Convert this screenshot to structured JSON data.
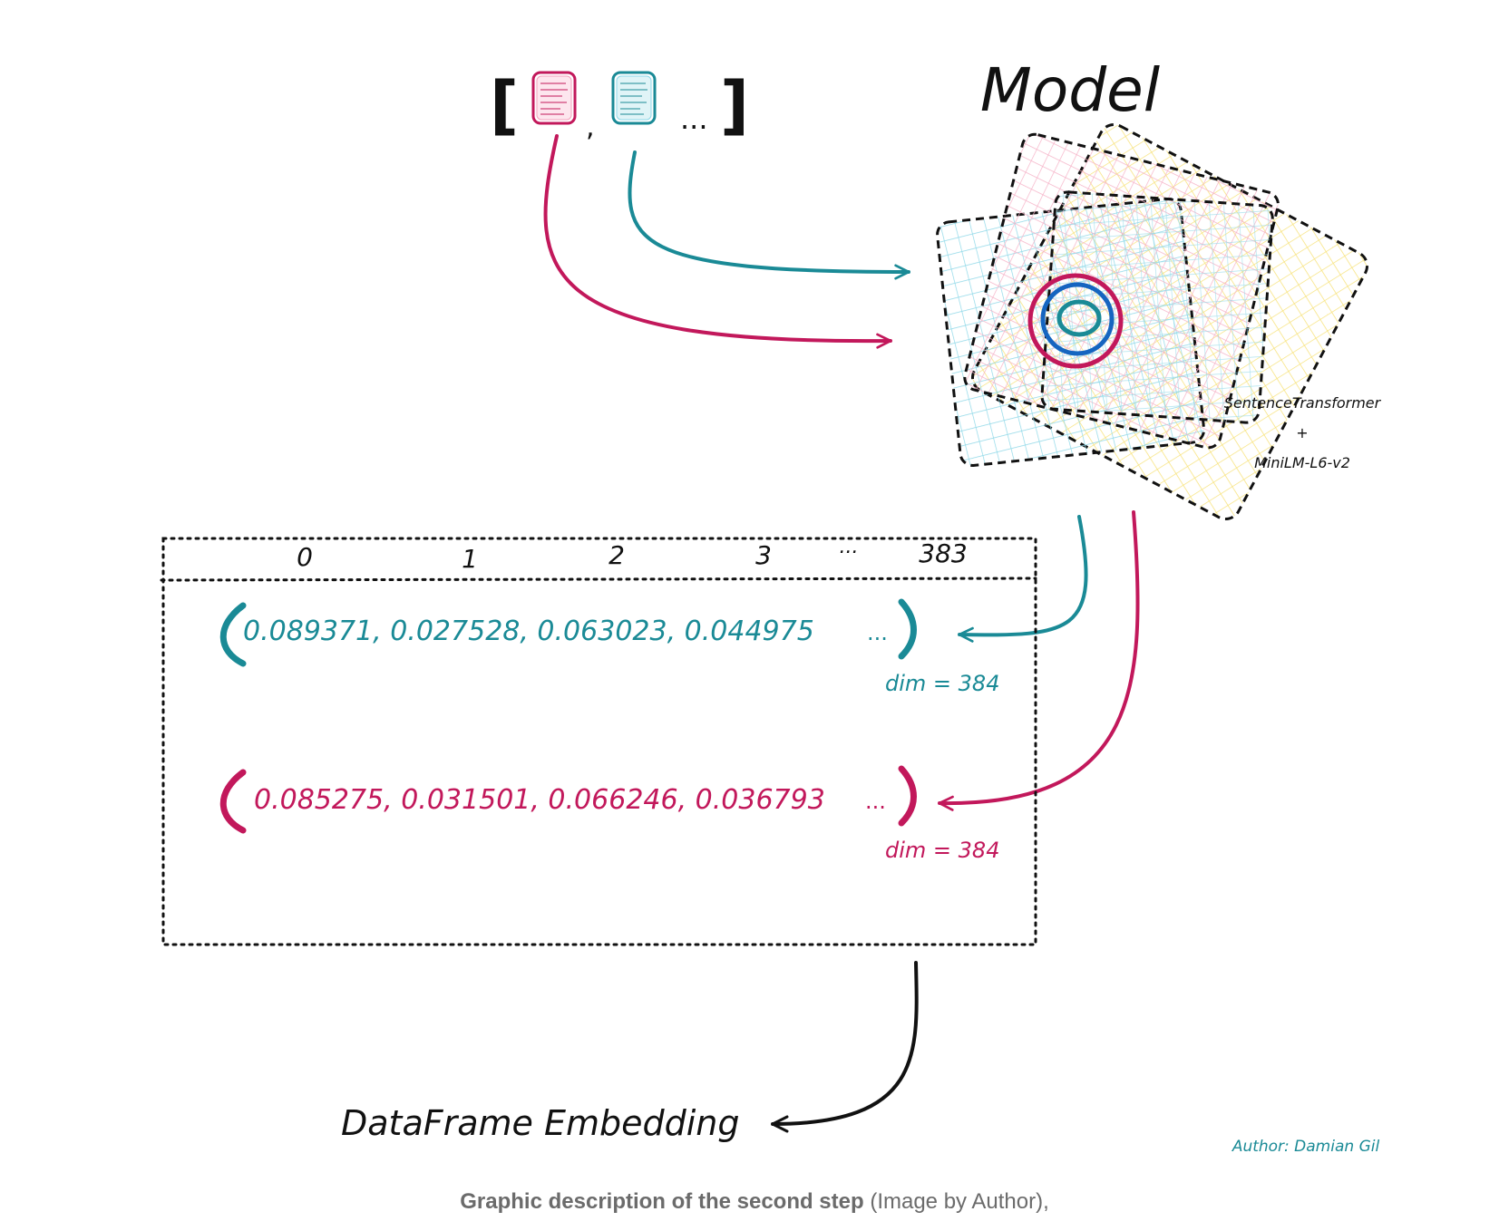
{
  "diagram": {
    "title": "Model",
    "list_bracket_open": "[",
    "list_separator": ",",
    "list_ellipsis": "...",
    "list_bracket_close": "]",
    "model_name": "SentenceTransformer",
    "model_plus": "+",
    "model_variant": "MiniLM-L6-v2",
    "columns": [
      "0",
      "1",
      "2",
      "3",
      "...",
      "383"
    ],
    "rows": [
      {
        "values": "0.089371, 0.027528, 0.063023, 0.044975",
        "ellipsis": "...",
        "dim": "dim = 384",
        "color": "#1a8a96"
      },
      {
        "values": "0.085275, 0.031501, 0.066246, 0.036793",
        "ellipsis": "...",
        "dim": "dim = 384",
        "color": "#c2185b"
      }
    ],
    "output_label": "DataFrame Embedding",
    "author": "Author: Damian Gil"
  },
  "caption": {
    "bold": "Graphic description of the second step",
    "rest": " (Image by Author),"
  },
  "colors": {
    "teal": "#1a8a96",
    "crimson": "#c2185b",
    "ink": "#111111",
    "blue": "#1565c0",
    "pink": "#f6b3c8",
    "cyan": "#8ed8e8",
    "yellow": "#f7e27a"
  }
}
